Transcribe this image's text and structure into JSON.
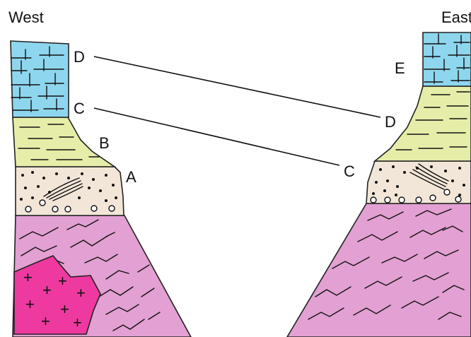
{
  "headers": {
    "west": "West",
    "east": "East"
  },
  "west_labels": {
    "d": "D",
    "c": "C",
    "b": "B",
    "a": "A"
  },
  "east_labels": {
    "e": "E",
    "d": "D",
    "c": "C"
  },
  "intrusion_symbol": "+",
  "colors": {
    "limestone": "#8ed6ee",
    "shale": "#e6eda8",
    "sandstone": "#f2e6d8",
    "metamorphic": "#e3a0d2",
    "granite": "#ee3aa0",
    "line": "#111111"
  }
}
